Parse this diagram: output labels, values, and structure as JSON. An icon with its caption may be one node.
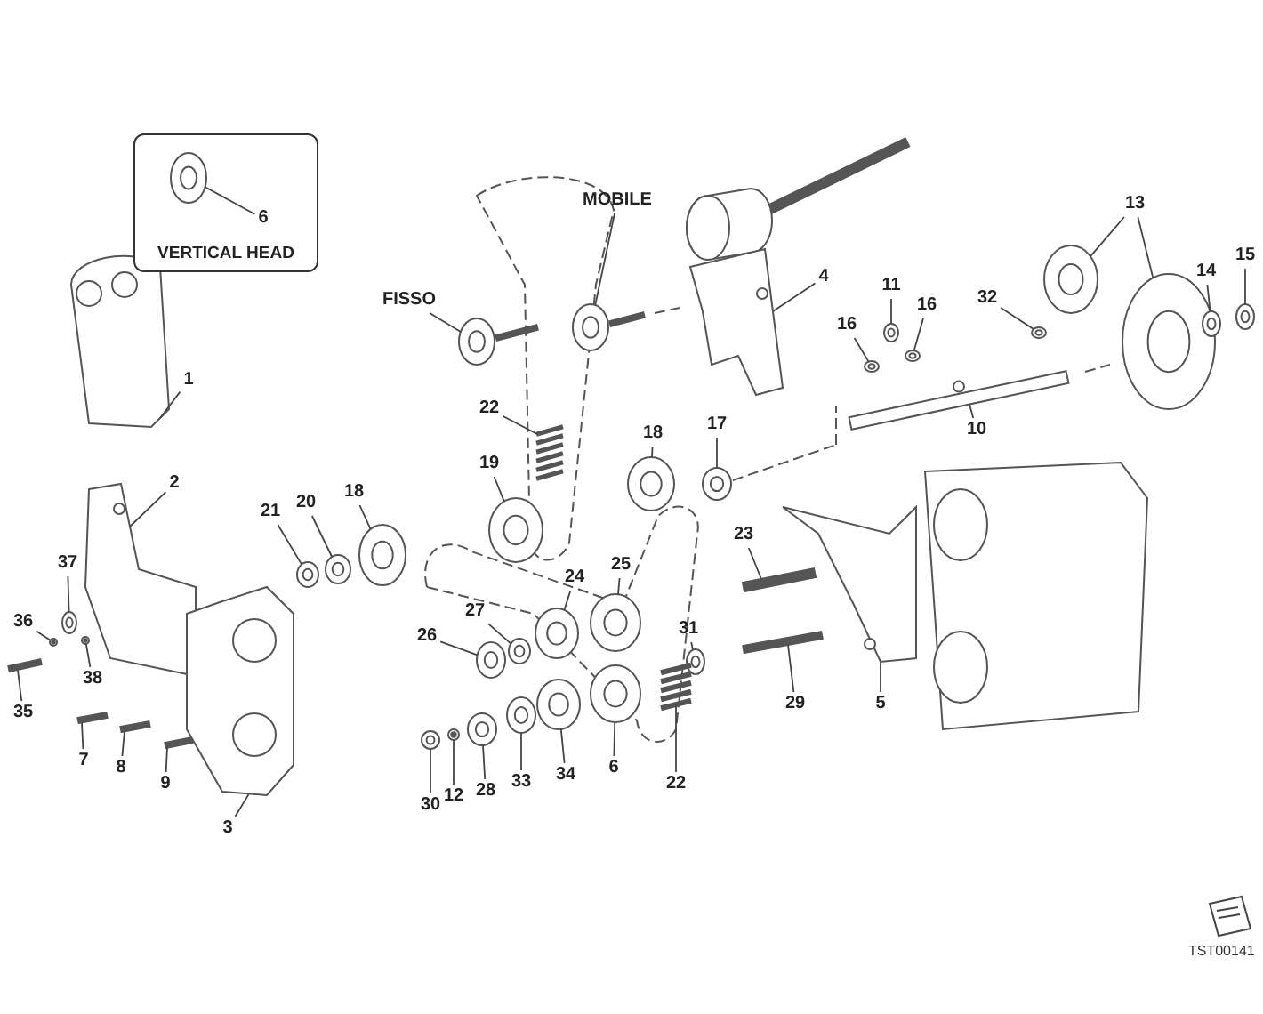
{
  "diagram": {
    "nodes": [
      {
        "text": [
          "VERTICAL HEAD"
        ]
      },
      {
        "text": [
          "6"
        ],
        "in": 0
      },
      {
        "text": [
          "MOBILE"
        ]
      },
      {
        "text": [
          "13"
        ]
      },
      {
        "text": [
          "FISSO"
        ]
      },
      {
        "text": [
          "4"
        ]
      },
      {
        "text": [
          "11"
        ]
      },
      {
        "text": [
          "14"
        ]
      },
      {
        "text": [
          "15"
        ]
      },
      {
        "text": [
          "16"
        ]
      },
      {
        "text": [
          "16"
        ]
      },
      {
        "text": [
          "32"
        ]
      },
      {
        "text": [
          "1"
        ]
      },
      {
        "text": [
          "22"
        ]
      },
      {
        "text": [
          "10"
        ]
      },
      {
        "text": [
          "18"
        ]
      },
      {
        "text": [
          "17"
        ]
      },
      {
        "text": [
          "19"
        ]
      },
      {
        "text": [
          "2"
        ]
      },
      {
        "text": [
          "21"
        ]
      },
      {
        "text": [
          "20"
        ]
      },
      {
        "text": [
          "18"
        ]
      },
      {
        "text": [
          "23"
        ]
      },
      {
        "text": [
          "37"
        ]
      },
      {
        "text": [
          "25"
        ]
      },
      {
        "text": [
          "24"
        ]
      },
      {
        "text": [
          "36"
        ]
      },
      {
        "text": [
          "27"
        ]
      },
      {
        "text": [
          "26"
        ]
      },
      {
        "text": [
          "31"
        ]
      },
      {
        "text": [
          "38"
        ]
      },
      {
        "text": [
          "35"
        ]
      },
      {
        "text": [
          "29"
        ]
      },
      {
        "text": [
          "5"
        ]
      },
      {
        "text": [
          "7"
        ]
      },
      {
        "text": [
          "8"
        ]
      },
      {
        "text": [
          "9"
        ]
      },
      {
        "text": [
          "34"
        ]
      },
      {
        "text": [
          "6"
        ]
      },
      {
        "text": [
          "33"
        ]
      },
      {
        "text": [
          "28"
        ]
      },
      {
        "text": [
          "12"
        ]
      },
      {
        "text": [
          "30"
        ]
      },
      {
        "text": [
          "3"
        ]
      },
      {
        "text": [
          "22"
        ]
      },
      {
        "text": [],
        "shape": "picture",
        "in": 0
      },
      {
        "text": [],
        "shape": "picture"
      },
      {
        "text": [],
        "shape": "picture"
      },
      {
        "text": [],
        "shape": "picture"
      },
      {
        "text": [],
        "shape": "picture"
      },
      {
        "text": [],
        "shape": "picture"
      },
      {
        "text": [],
        "shape": "picture"
      },
      {
        "text": [],
        "shape": "picture"
      },
      {
        "text": [],
        "shape": "picture"
      },
      {
        "text": [],
        "shape": "picture"
      },
      {
        "text": [],
        "shape": "picture"
      },
      {
        "text": [],
        "shape": "picture"
      },
      {
        "text": [],
        "shape": "picture"
      },
      {
        "text": [],
        "shape": "picture"
      },
      {
        "text": [],
        "shape": "picture"
      },
      {
        "text": [],
        "shape": "picture"
      },
      {
        "text": [],
        "shape": "picture"
      },
      {
        "text": [],
        "shape": "picture"
      },
      {
        "text": [],
        "shape": "picture"
      },
      {
        "text": [],
        "shape": "picture"
      },
      {
        "text": [],
        "shape": "picture"
      },
      {
        "text": [],
        "shape": "picture"
      },
      {
        "text": [],
        "shape": "bar"
      },
      {
        "text": [],
        "shape": "picture"
      },
      {
        "text": [],
        "shape": "picture"
      },
      {
        "text": [],
        "shape": "picture"
      },
      {
        "text": [],
        "shape": "picture"
      },
      {
        "text": [],
        "shape": "picture"
      },
      {
        "text": [],
        "shape": "picture"
      },
      {
        "text": [],
        "shape": "picture"
      },
      {
        "text": [],
        "shape": "picture"
      },
      {
        "text": [],
        "shape": "bar"
      },
      {
        "text": [],
        "shape": "bar"
      },
      {
        "text": [],
        "shape": "picture"
      },
      {
        "text": [],
        "shape": "bar"
      },
      {
        "text": [],
        "shape": "bar"
      },
      {
        "text": [],
        "shape": "bar"
      },
      {
        "text": [],
        "shape": "picture"
      },
      {
        "text": [],
        "shape": "picture"
      },
      {
        "text": [],
        "shape": "picture"
      },
      {
        "text": [],
        "shape": "picture"
      },
      {
        "text": [],
        "shape": "picture"
      },
      {
        "text": [],
        "shape": "picture"
      },
      {
        "text": [],
        "shape": "picture"
      },
      {
        "text": [],
        "shape": "picture"
      }
    ],
    "edges": [
      {
        "from": 1,
        "to": 45,
        "arrow": "none"
      },
      {
        "from": 2,
        "to": 46,
        "arrow": "none"
      },
      {
        "from": 3,
        "to": 47,
        "arrow": "none"
      },
      {
        "from": 3,
        "to": 48,
        "arrow": "none"
      },
      {
        "from": 4,
        "to": 49,
        "arrow": "none"
      },
      {
        "from": 5,
        "to": 50,
        "arrow": "none"
      },
      {
        "from": 6,
        "to": 51,
        "arrow": "none"
      },
      {
        "from": 7,
        "to": 52,
        "arrow": "none"
      },
      {
        "from": 8,
        "to": 53,
        "arrow": "none"
      },
      {
        "from": 9,
        "to": 54,
        "arrow": "none"
      },
      {
        "from": 10,
        "to": 55,
        "arrow": "none"
      },
      {
        "from": 11,
        "to": 56,
        "arrow": "none"
      },
      {
        "from": 12,
        "to": 57,
        "arrow": "none"
      },
      {
        "from": 13,
        "to": 58,
        "arrow": "none"
      },
      {
        "from": 14,
        "to": 59,
        "arrow": "none"
      },
      {
        "from": 15,
        "to": 60,
        "arrow": "none"
      },
      {
        "from": 16,
        "to": 61,
        "arrow": "none"
      },
      {
        "from": 17,
        "to": 62,
        "arrow": "none"
      },
      {
        "from": 18,
        "to": 63,
        "arrow": "none"
      },
      {
        "from": 19,
        "to": 64,
        "arrow": "none"
      },
      {
        "from": 20,
        "to": 65,
        "arrow": "none"
      },
      {
        "from": 21,
        "to": 66,
        "arrow": "none"
      },
      {
        "from": 22,
        "to": 67,
        "arrow": "none"
      },
      {
        "from": 23,
        "to": 68,
        "arrow": "none"
      },
      {
        "from": 24,
        "to": 69,
        "arrow": "none"
      },
      {
        "from": 25,
        "to": 70,
        "arrow": "none"
      },
      {
        "from": 26,
        "to": 71,
        "arrow": "none"
      },
      {
        "from": 27,
        "to": 72,
        "arrow": "none"
      },
      {
        "from": 28,
        "to": 73,
        "arrow": "none"
      },
      {
        "from": 29,
        "to": 74,
        "arrow": "none"
      },
      {
        "from": 30,
        "to": 75,
        "arrow": "none"
      },
      {
        "from": 31,
        "to": 76,
        "arrow": "none"
      },
      {
        "from": 32,
        "to": 77,
        "arrow": "none"
      },
      {
        "from": 33,
        "to": 78,
        "arrow": "none"
      },
      {
        "from": 34,
        "to": 79,
        "arrow": "none"
      },
      {
        "from": 35,
        "to": 80,
        "arrow": "none"
      },
      {
        "from": 36,
        "to": 81,
        "arrow": "none"
      },
      {
        "from": 37,
        "to": 82,
        "arrow": "none"
      },
      {
        "from": 38,
        "to": 83,
        "arrow": "none"
      },
      {
        "from": 39,
        "to": 84,
        "arrow": "none"
      },
      {
        "from": 40,
        "to": 85,
        "arrow": "none"
      },
      {
        "from": 41,
        "to": 86,
        "arrow": "none"
      },
      {
        "from": 42,
        "to": 87,
        "arrow": "none"
      },
      {
        "from": 43,
        "to": 88,
        "arrow": "none"
      },
      {
        "from": 44,
        "to": 89,
        "arrow": "none"
      }
    ],
    "labels": [
      "TST00141"
    ]
  }
}
